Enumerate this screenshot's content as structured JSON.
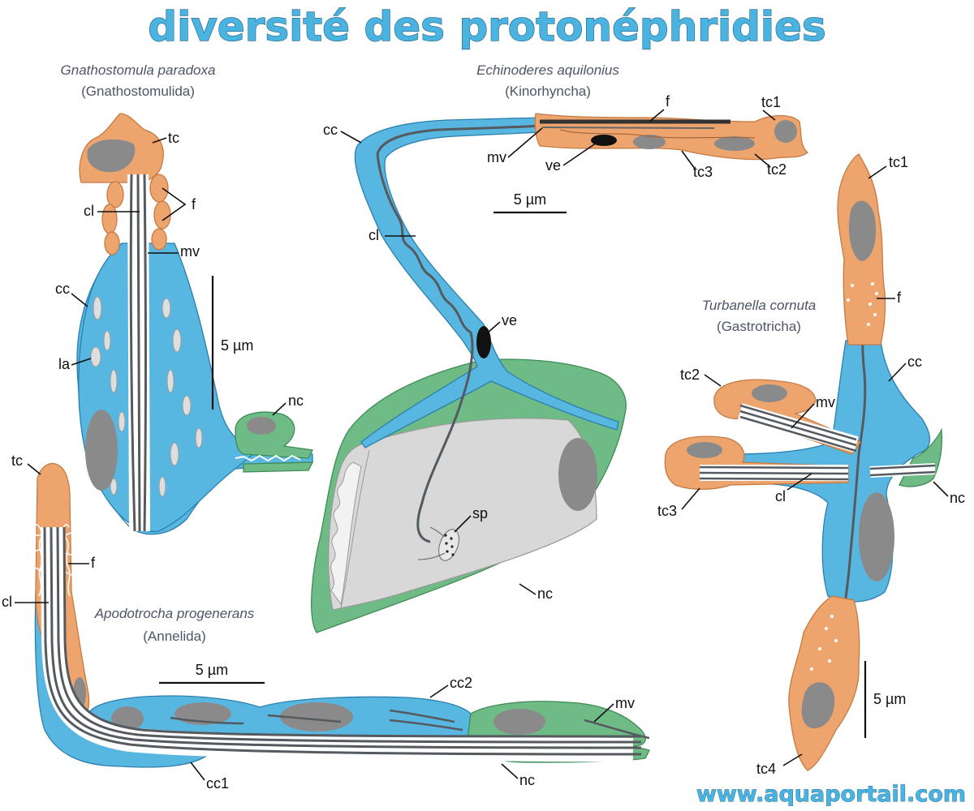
{
  "title": "diversité des protonéphridies",
  "footer": "www.aquaportail.com",
  "scale": "5 µm",
  "species": {
    "gnathostomula": {
      "name": "Gnathostomula paradoxa",
      "group": "(Gnathostomulida)"
    },
    "echinoderes": {
      "name": "Echinoderes aquilonius",
      "group": "(Kinorhyncha)"
    },
    "turbanella": {
      "name": "Turbanella cornuta",
      "group": "(Gastrotricha)"
    },
    "apodotrocha": {
      "name": "Apodotrocha progenerans",
      "group": "(Annelida)"
    }
  },
  "labels": {
    "tc": "tc",
    "tc1": "tc1",
    "tc2": "tc2",
    "tc3": "tc3",
    "tc4": "tc4",
    "cc": "cc",
    "cc1": "cc1",
    "cc2": "cc2",
    "cl": "cl",
    "f": "f",
    "mv": "mv",
    "ve": "ve",
    "la": "la",
    "nc": "nc",
    "sp": "sp"
  },
  "colors": {
    "title": "#4bb3e0",
    "canal_cell": "#58b7e0",
    "terminal_cell": "#eea56d",
    "nephridiopore_cell": "#6fbb86",
    "nucleus": "#8a8a8a"
  }
}
